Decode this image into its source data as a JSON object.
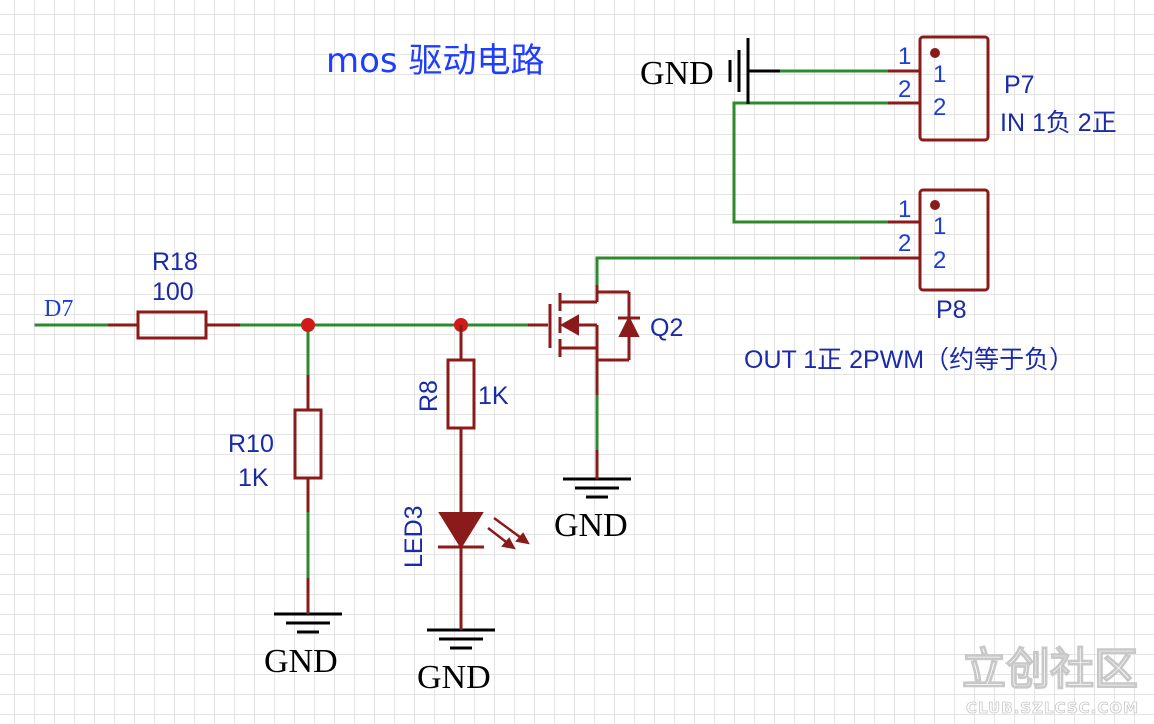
{
  "title": "mos 驱动电路",
  "net_labels": {
    "d7": "D7",
    "gnd": "GND"
  },
  "parts": {
    "r18": {
      "ref": "R18",
      "value": "100"
    },
    "r10": {
      "ref": "R10",
      "value": "1K"
    },
    "r8": {
      "ref": "R8",
      "value": "1K"
    },
    "led3": {
      "ref": "LED3"
    },
    "q2": {
      "ref": "Q2"
    },
    "p7": {
      "ref": "P7",
      "note": "IN 1负 2正",
      "pins": [
        "1",
        "2"
      ],
      "pin_numbers": [
        "1",
        "2"
      ]
    },
    "p8": {
      "ref": "P8",
      "note": "OUT 1正 2PWM（约等于负）",
      "pins": [
        "1",
        "2"
      ],
      "pin_numbers": [
        "1",
        "2"
      ]
    }
  },
  "watermark": {
    "main": "立创社区",
    "sub": "CLUB.SZLCSC.COM"
  },
  "colors": {
    "wire": "#2b8a2b",
    "component": "#8b1a1a",
    "junction": "#d11a1a",
    "label": "#1a2aa8",
    "title": "#1f3dff"
  }
}
